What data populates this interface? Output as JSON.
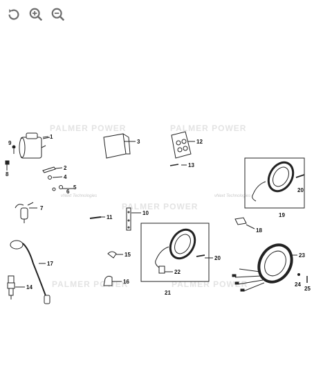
{
  "toolbar": {
    "items": [
      {
        "icon": "rotate-icon"
      },
      {
        "icon": "zoom-in-icon"
      },
      {
        "icon": "zoom-out-icon"
      }
    ]
  },
  "watermarks": {
    "brand": "PALMER POWER",
    "sub": "vNext Technologies"
  },
  "callouts": [
    "1",
    "2",
    "3",
    "4",
    "5",
    "6",
    "7",
    "8",
    "9",
    "10",
    "11",
    "12",
    "13",
    "14",
    "15",
    "16",
    "17",
    "18",
    "19",
    "20",
    "21",
    "22",
    "23",
    "24",
    "25"
  ],
  "colors": {
    "line": "#222222",
    "watermark": "#e3e3e3"
  }
}
